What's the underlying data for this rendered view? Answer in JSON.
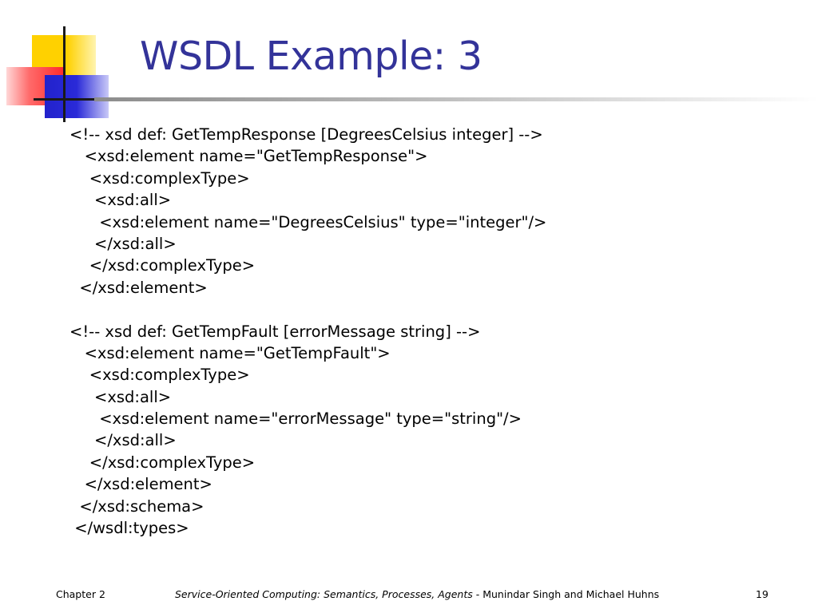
{
  "slide": {
    "title": "WSDL Example: 3",
    "code_lines": [
      "<!-- xsd def: GetTempResponse [DegreesCelsius integer] -->",
      "   <xsd:element name=\"GetTempResponse\">",
      "    <xsd:complexType>",
      "     <xsd:all>",
      "      <xsd:element name=\"DegreesCelsius\" type=\"integer\"/>",
      "     </xsd:all>",
      "    </xsd:complexType>",
      "  </xsd:element>",
      "",
      "<!-- xsd def: GetTempFault [errorMessage string] -->",
      "   <xsd:element name=\"GetTempFault\">",
      "    <xsd:complexType>",
      "     <xsd:all>",
      "      <xsd:element name=\"errorMessage\" type=\"string\"/>",
      "     </xsd:all>",
      "    </xsd:complexType>",
      "   </xsd:element>",
      "  </xsd:schema>",
      " </wsdl:types>"
    ]
  },
  "footer": {
    "chapter": "Chapter 2",
    "book_title": "Service-Oriented Computing: Semantics, Processes, Agents",
    "authors": " - Munindar Singh and Michael Huhns",
    "page_number": "19"
  },
  "colors": {
    "title": "#333399",
    "logo_yellow": "#ffd100",
    "logo_red": "#ff2b2b",
    "logo_blue": "#2222cc"
  }
}
